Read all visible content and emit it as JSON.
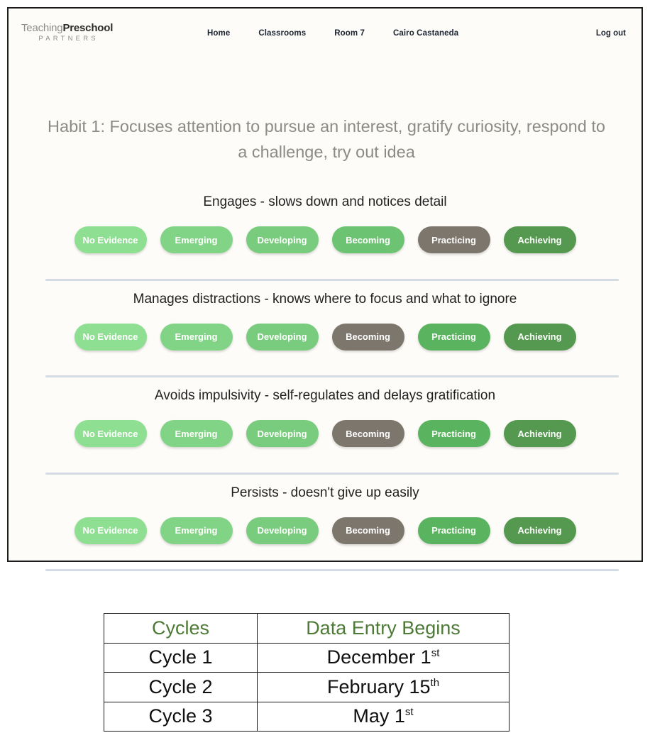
{
  "navbar": {
    "logo": {
      "teaching": "Teaching",
      "preschool": "Preschool",
      "partners": "PARTNERS"
    },
    "links": [
      {
        "label": "Home",
        "name": "nav-link-home"
      },
      {
        "label": "Classrooms",
        "name": "nav-link-classrooms"
      },
      {
        "label": "Room 7",
        "name": "nav-link-room-7"
      },
      {
        "label": "Cairo Castaneda",
        "name": "nav-link-cairo-castaneda"
      }
    ],
    "logout_label": "Log out"
  },
  "habit": {
    "title": "Habit 1: Focuses attention to pursue an interest, gratify curiosity, respond to a challenge, try out idea"
  },
  "rating_scale": {
    "levels": [
      "No Evidence",
      "Emerging",
      "Developing",
      "Becoming",
      "Practicing",
      "Achieving"
    ],
    "colors": {
      "no_evidence": "#8fdf93",
      "emerging": "#81d485",
      "developing": "#79cc7d",
      "becoming": "#6cc472",
      "practicing": "#5ab45f",
      "achieving": "#55984f",
      "selected": "#7d766d",
      "divider": "#d4dbe5"
    }
  },
  "sections": [
    {
      "label": "Engages - slows down and notices detail",
      "selected": "Practicing"
    },
    {
      "label": "Manages distractions - knows where to focus and what to ignore",
      "selected": "Becoming"
    },
    {
      "label": "Avoids impulsivity - self-regulates and delays gratification",
      "selected": "Becoming"
    },
    {
      "label": "Persists - doesn't give up easily",
      "selected": "Becoming"
    }
  ],
  "cycles_table": {
    "headers": [
      "Cycles",
      "Data Entry Begins"
    ],
    "header_color": "#4d7a36",
    "rows": [
      {
        "cycle": "Cycle 1",
        "date_main": "December 1",
        "date_ordinal": "st"
      },
      {
        "cycle": "Cycle 2",
        "date_main": "February 15",
        "date_ordinal": "th"
      },
      {
        "cycle": "Cycle 3",
        "date_main": "May 1",
        "date_ordinal": "st"
      }
    ]
  }
}
